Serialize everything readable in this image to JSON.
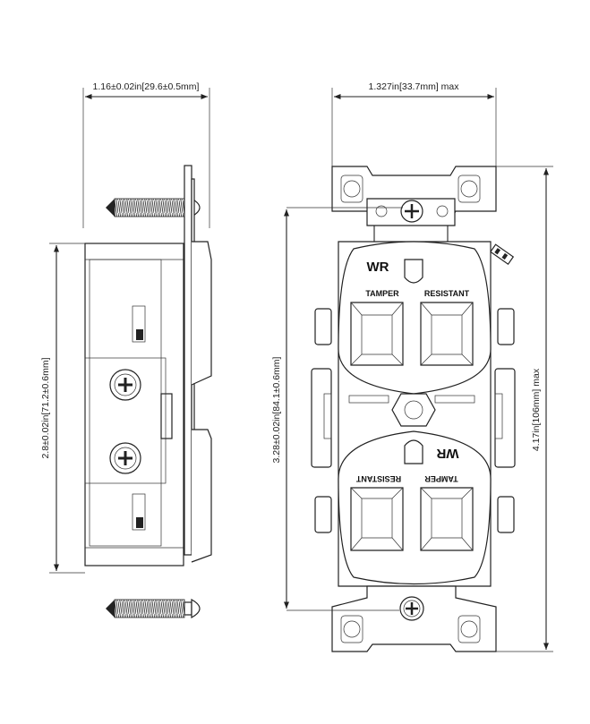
{
  "dimensions": {
    "side_width": "1.16±0.02in[29.6±0.5mm]",
    "front_width": "1.327in[33.7mm] max",
    "side_height": "2.8±0.02in[71.2±0.6mm]",
    "front_inner_height": "3.28±0.02in[84.1±0.6mm]",
    "front_total_height": "4.17in[106mm] max"
  },
  "labels": {
    "wr_top": "WR",
    "tamper_top": "TAMPER",
    "resistant_top": "RESISTANT",
    "wr_bottom": "WR",
    "tamper_bottom": "TAMPER",
    "resistant_bottom": "RESISTANT"
  }
}
